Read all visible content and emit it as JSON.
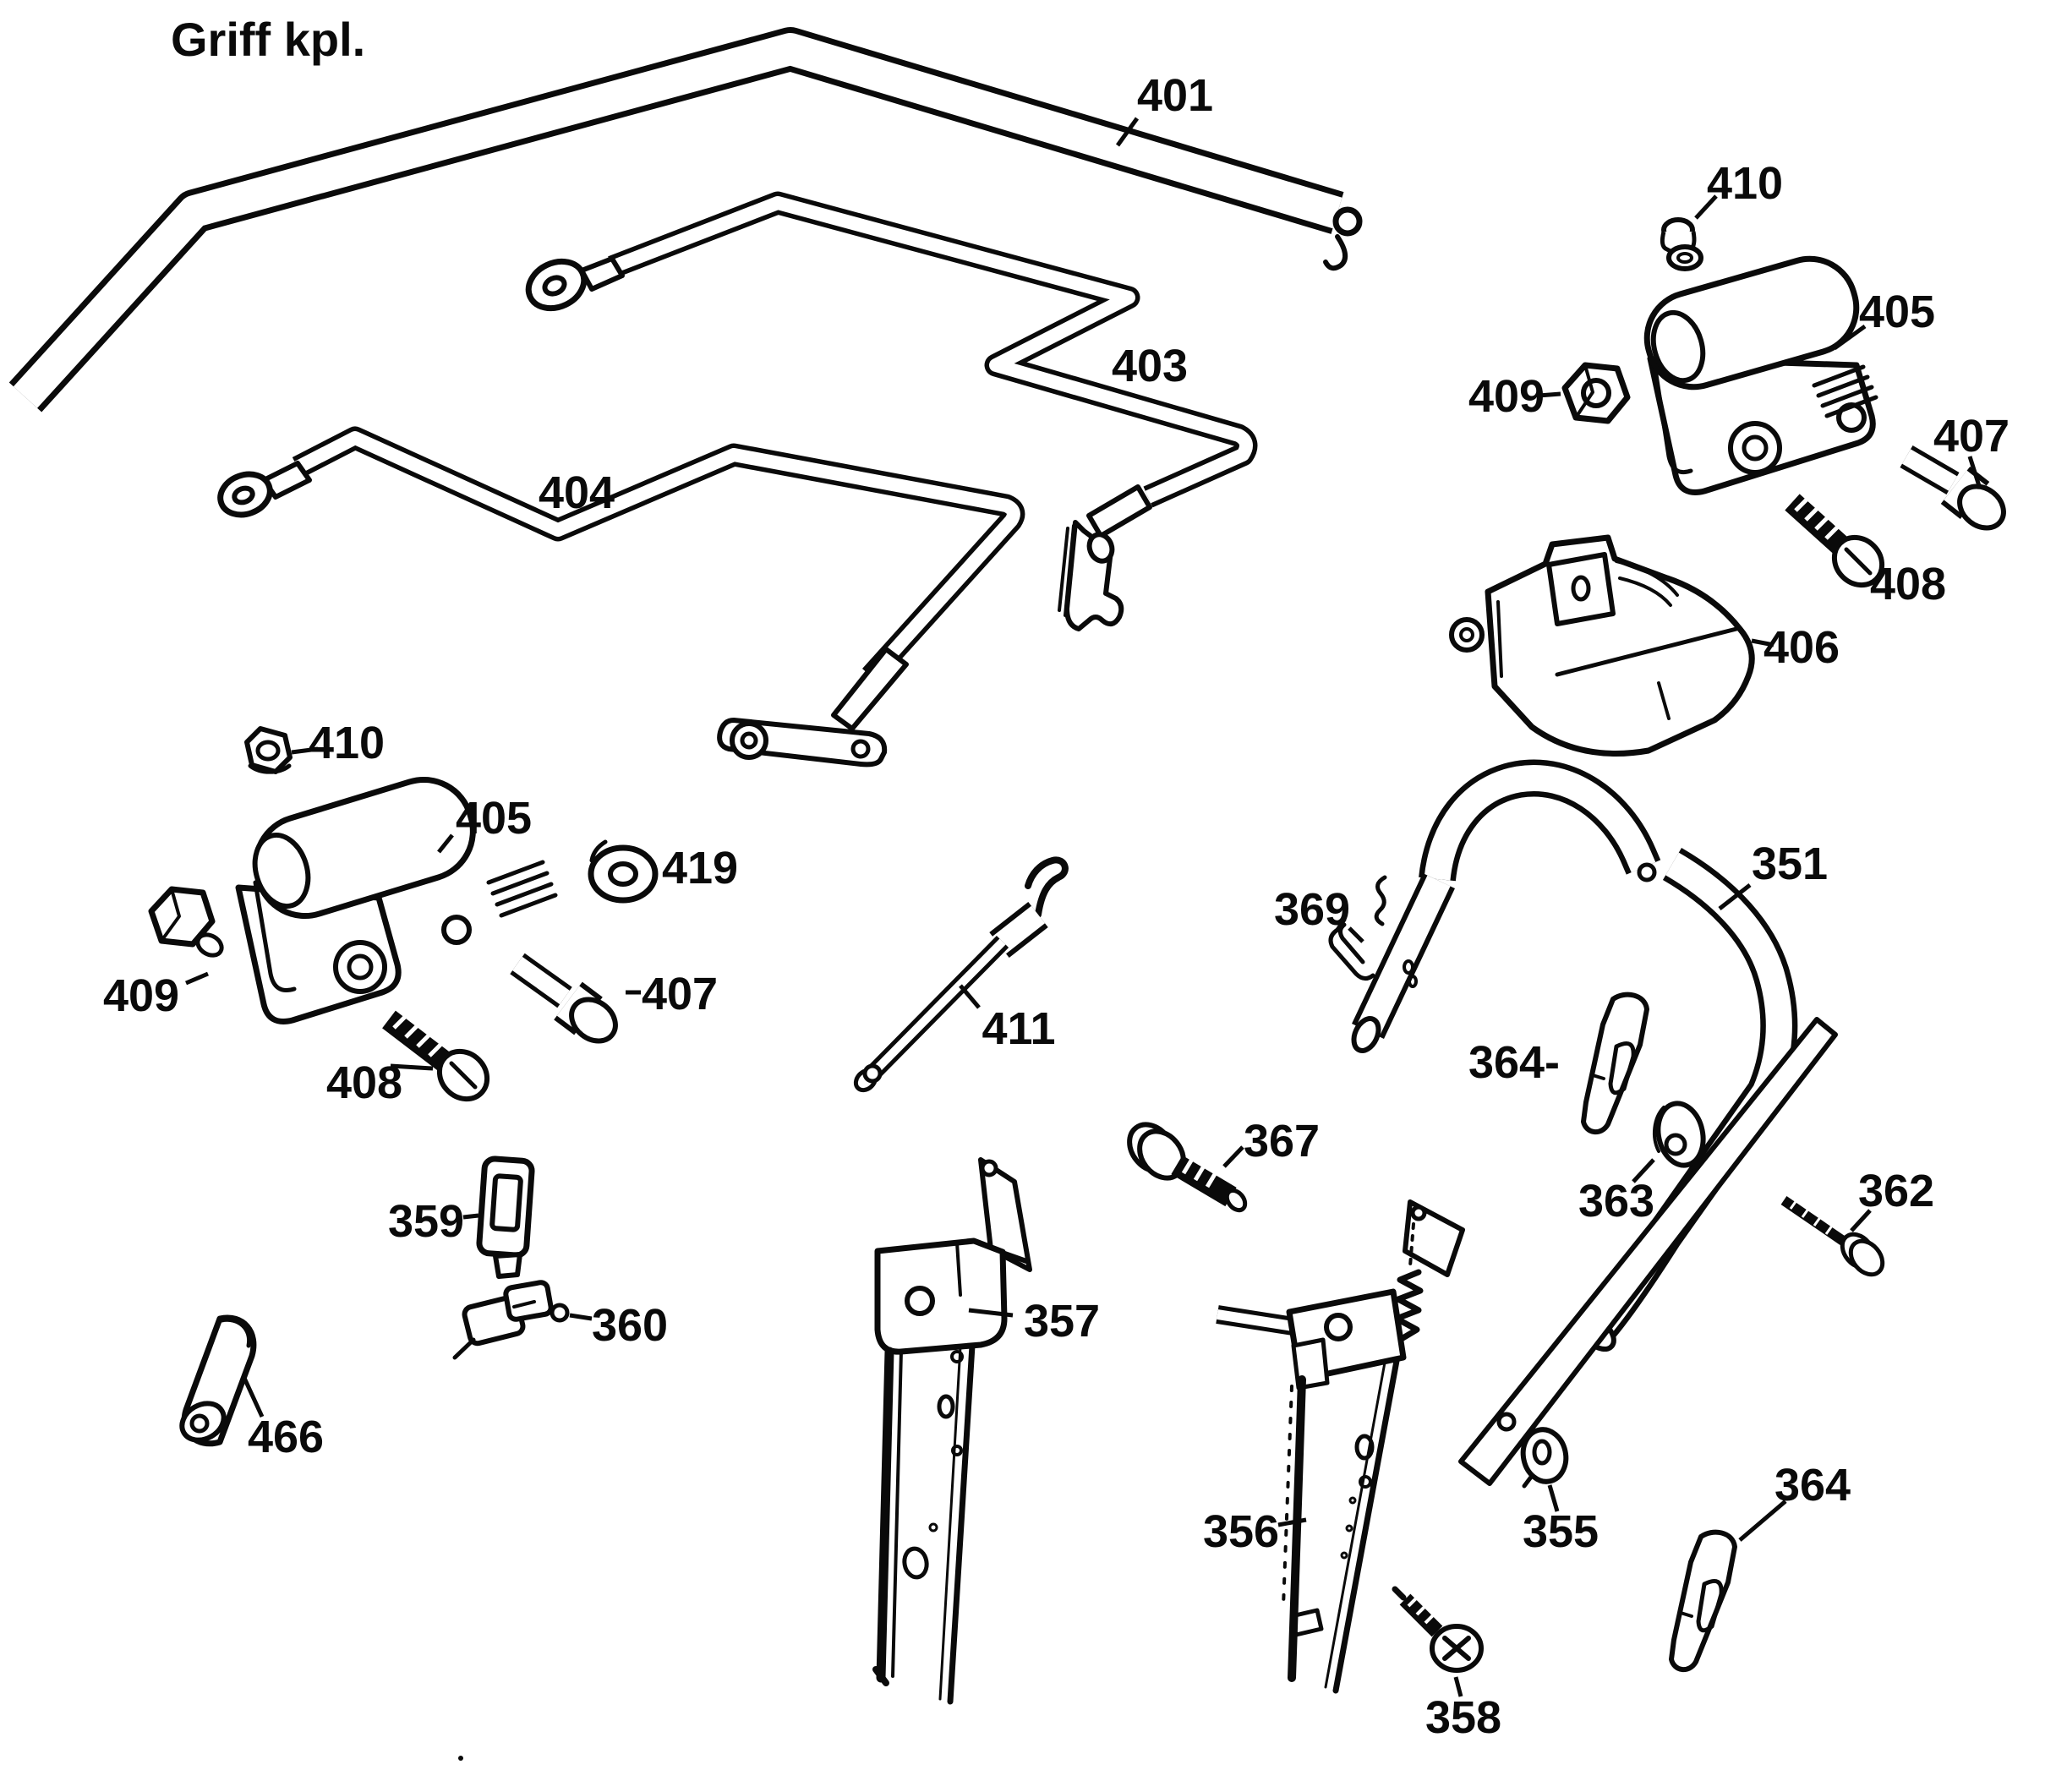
{
  "title": "Griff kpl.",
  "colors": {
    "ink": "#0a0a0a",
    "background": "#ffffff"
  },
  "labels": [
    {
      "part": "upper-handlebar-tube",
      "text": "401"
    },
    {
      "part": "middle-brace-bar",
      "text": "403"
    },
    {
      "part": "lower-brace-bar",
      "text": "404"
    },
    {
      "part": "flange-bolt-right",
      "text": "410"
    },
    {
      "part": "handle-clamp-right",
      "text": "405"
    },
    {
      "part": "hex-nut-right",
      "text": "409"
    },
    {
      "part": "bolt-right",
      "text": "407"
    },
    {
      "part": "screw-right",
      "text": "408"
    },
    {
      "part": "cable-guide-cover",
      "text": "406"
    },
    {
      "part": "flange-nut-left",
      "text": "410"
    },
    {
      "part": "handle-clamp-left",
      "text": "405"
    },
    {
      "part": "washer",
      "text": "419"
    },
    {
      "part": "hex-bolt-left",
      "text": "409"
    },
    {
      "part": "bolt-left",
      "text": "407"
    },
    {
      "part": "screw-left",
      "text": "408"
    },
    {
      "part": "link-rod",
      "text": "411"
    },
    {
      "part": "spring-clip",
      "text": "369"
    },
    {
      "part": "washer-screw",
      "text": "367"
    },
    {
      "part": "upper-handle-bow",
      "text": "351"
    },
    {
      "part": "cam-lever-upper",
      "text": "364-"
    },
    {
      "part": "cam-disc",
      "text": "363"
    },
    {
      "part": "tapping-screw",
      "text": "362"
    },
    {
      "part": "handle-strut-left",
      "text": "357"
    },
    {
      "part": "handle-strut-right",
      "text": "356"
    },
    {
      "part": "slot-washer",
      "text": "355"
    },
    {
      "part": "cam-lever-lower",
      "text": "364"
    },
    {
      "part": "phillips-screw",
      "text": "358"
    },
    {
      "part": "cable-clip-plug",
      "text": "359"
    },
    {
      "part": "cable-clamp",
      "text": "360"
    },
    {
      "part": "grip-roller",
      "text": "466"
    }
  ]
}
